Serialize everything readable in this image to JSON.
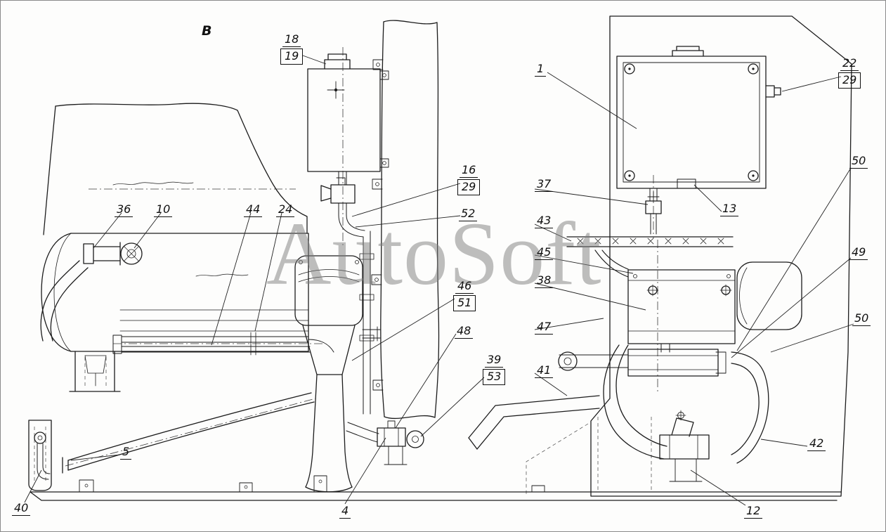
{
  "diagram": {
    "watermark": "AutoSoft",
    "view_label": "B"
  },
  "callouts": {
    "c18": "18",
    "c19": "19",
    "c1": "1",
    "c22": "22",
    "c29a": "29",
    "c16": "16",
    "c29b": "29",
    "c37": "37",
    "c52": "52",
    "c13": "13",
    "c43": "43",
    "c36": "36",
    "c10": "10",
    "c44": "44",
    "c24": "24",
    "c45": "45",
    "c50a": "50",
    "c46": "46",
    "c51": "51",
    "c38": "38",
    "c49": "49",
    "c47": "47",
    "c48": "48",
    "c50b": "50",
    "c39": "39",
    "c53": "53",
    "c41": "41",
    "c5": "5",
    "c42": "42",
    "c40": "40",
    "c4": "4",
    "c12": "12"
  }
}
